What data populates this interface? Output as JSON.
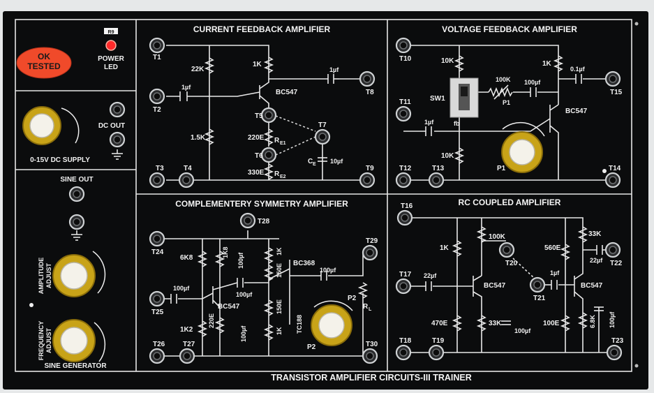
{
  "panel": {
    "title": "TRANSISTOR AMPLIFIER CIRCUITS-III TRAINER",
    "ok_sticker": {
      "line1": "OK",
      "line2": "TESTED",
      "color": "#f04a2a"
    },
    "power_led": {
      "tag": "R9",
      "label1": "POWER",
      "label2": "LED",
      "color": "#ff2a2a"
    },
    "dc_supply": {
      "label": "0-15V DC SUPPLY",
      "out_label": "DC OUT"
    },
    "sine_generator": {
      "label": "SINE GENERATOR",
      "out_label": "SINE OUT",
      "amp_label1": "AMPLITUDE",
      "amp_label2": "ADJUST",
      "freq_label1": "FREQUENCY",
      "freq_label2": "ADJUST"
    },
    "knob_color": "#c8a318"
  },
  "sections": {
    "current_feedback": {
      "title": "CURRENT FEEDBACK AMPLIFIER",
      "terminals": [
        "T1",
        "T2",
        "T3",
        "T4",
        "T5",
        "T6",
        "T7",
        "T8",
        "T9"
      ],
      "labels": {
        "r22k": "22K",
        "r1k": "1K",
        "r15k": "1.5K",
        "c1a": "1µf",
        "c1b": "1µf",
        "q": "BC547",
        "r220": "220E",
        "re1": "R",
        "re1sub": "E1",
        "r330": "330E",
        "re2": "R",
        "re2sub": "E2",
        "ce": "C",
        "cesub": "E",
        "c10": "10µf"
      }
    },
    "voltage_feedback": {
      "title": "VOLTAGE FEEDBACK AMPLIFIER",
      "terminals": [
        "T10",
        "T11",
        "T12",
        "T13",
        "T14",
        "T15"
      ],
      "labels": {
        "r10ka": "10K",
        "r10kb": "10K",
        "r1k": "1K",
        "r100k": "100K",
        "p1": "P1",
        "p1knob": "P1",
        "c100": "100µf",
        "c01": "0.1µf",
        "c1": "1µf",
        "sw": "SW1",
        "fb": "fb",
        "q": "BC547"
      }
    },
    "complementary": {
      "title": "COMPLEMENTERY SYMMETRY AMPLIFIER",
      "terminals": [
        "T24",
        "T25",
        "T26",
        "T27",
        "T28",
        "T29",
        "T30"
      ],
      "labels": {
        "r6k8": "6K8",
        "r1k8": "1K8",
        "c100a": "100µf",
        "c100b": "100µf",
        "c100c": "100µf",
        "c100d": "100µf",
        "c100e": "100µf",
        "r1ka": "1K",
        "r150a": "150E",
        "r150b": "150E",
        "r1kb": "1K",
        "q1": "BC368",
        "q2": "BC547",
        "q3": "TC188",
        "r1k2": "1K2",
        "r220": "220E",
        "p2": "P2",
        "p2knob": "P2",
        "rl": "R",
        "rlsub": "L"
      }
    },
    "rc_coupled": {
      "title": "RC COUPLED AMPLIFIER",
      "terminals": [
        "T16",
        "T17",
        "T18",
        "T19",
        "T20",
        "T21",
        "T22",
        "T23"
      ],
      "labels": {
        "r1k": "1K",
        "r100k": "100K",
        "r560": "560E",
        "r33ka": "33K",
        "r33kb": "33K",
        "c22a": "22µf",
        "c22b": "22µf",
        "c1": "1µf",
        "q1": "BC547",
        "q2": "BC547",
        "r470": "470E",
        "r100": "100E",
        "r6k8": "6.8K",
        "c100a": "100µf",
        "c100b": "100µf"
      }
    }
  }
}
